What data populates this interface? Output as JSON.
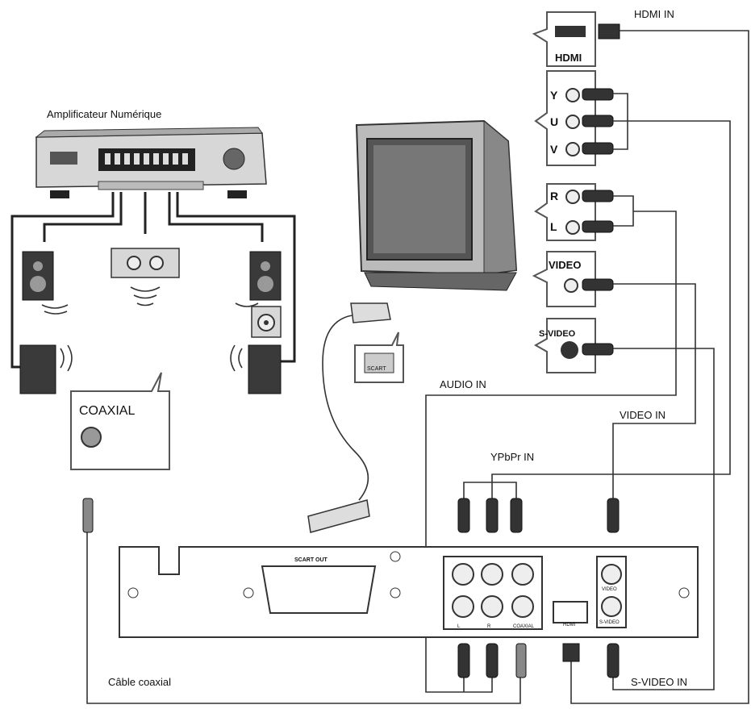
{
  "labels": {
    "amplifier": "Amplificateur Numérique",
    "hdmi_in": "HDMI IN",
    "audio_in": "AUDIO IN",
    "video_in": "VIDEO IN",
    "ypbpr_in": "YPbPr IN",
    "svideo_in": "S-VIDEO IN",
    "coax_cable": "Câble coaxial"
  },
  "tv_panel": {
    "hdmi": "HDMI",
    "y": "Y",
    "u": "U",
    "v": "V",
    "r": "R",
    "l": "L",
    "video": "VIDEO",
    "svideo": "S-VIDEO"
  },
  "callouts": {
    "coaxial": "COAXIAL",
    "scart": "SCART"
  },
  "player": {
    "scart_out": "SCART OUT",
    "hdmi": "HDMI",
    "video": "VIDEO",
    "svideo": "S-VIDEO",
    "coaxial": "COAXIAL",
    "l": "L",
    "r": "R"
  }
}
